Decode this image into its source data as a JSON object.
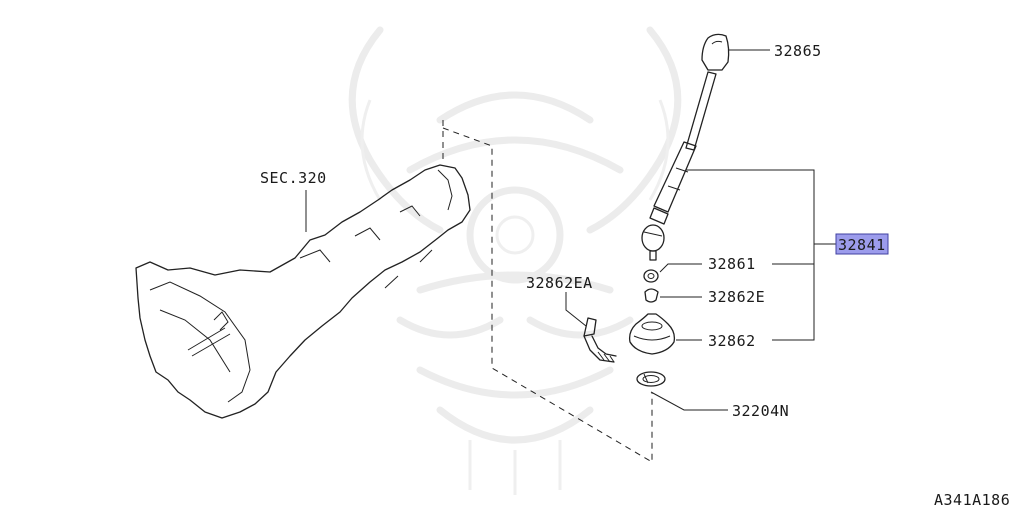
{
  "diagram": {
    "section_ref": "SEC.320",
    "figure_code": "A341A186",
    "highlight_color": "#9c9cec",
    "parts": {
      "knob": "32865",
      "assembly": "32841",
      "bushing": "32861",
      "clip": "32862E",
      "boot": "32862",
      "bracket": "32862EA",
      "snap_ring": "32204N"
    }
  }
}
